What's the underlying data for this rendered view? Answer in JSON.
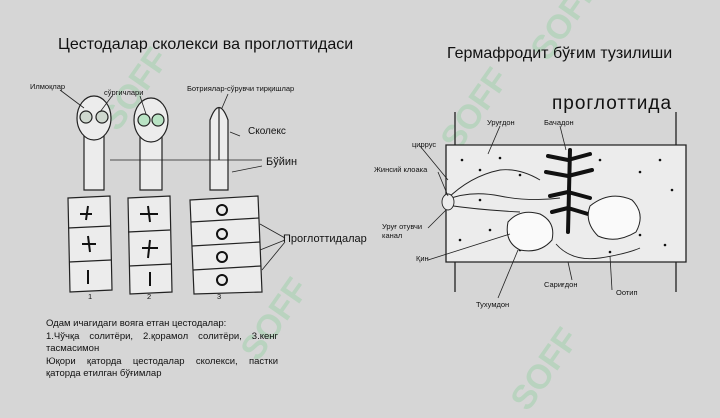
{
  "titles": {
    "left": "Цестодалар сколекси ва проглоттидаси",
    "right": "Гермафродит бўғим тузилиши"
  },
  "left_labels": {
    "hooks": "Илмоқлар",
    "suckers": "сўргичлари",
    "bothria": "Ботриялар-сўрувчи тирқишлар",
    "scolex": "Сколекс",
    "neck": "Бўйин",
    "proglottids": "Проглоттидалар",
    "num1": "1",
    "num2": "2",
    "num3": "3"
  },
  "caption": {
    "line1": "Одам ичагидаги вояга етган цестодалар:",
    "line2": "1.Чўчқа солитёри, 2.қорамол солитёри, 3.кенг тасмасимон",
    "line3": "Юқори қаторда цестодалар сколекси, пастки қаторда етилган бўғимлар"
  },
  "right_labels": {
    "proglottid": "проглоттида",
    "vas_deferens": "Уруғдон",
    "uterus": "Бачадон",
    "cirrus": "циррус",
    "genital_cloaca": "Жинсий клоака",
    "sperm_duct": "Уруғ отувчи канал",
    "vagina": "Қин",
    "vitelline": "Сариғдон",
    "ootype": "Оотип",
    "ovary": "Тухумдон"
  },
  "watermark": {
    "text": "SOFF",
    "color": "#50c86e"
  }
}
